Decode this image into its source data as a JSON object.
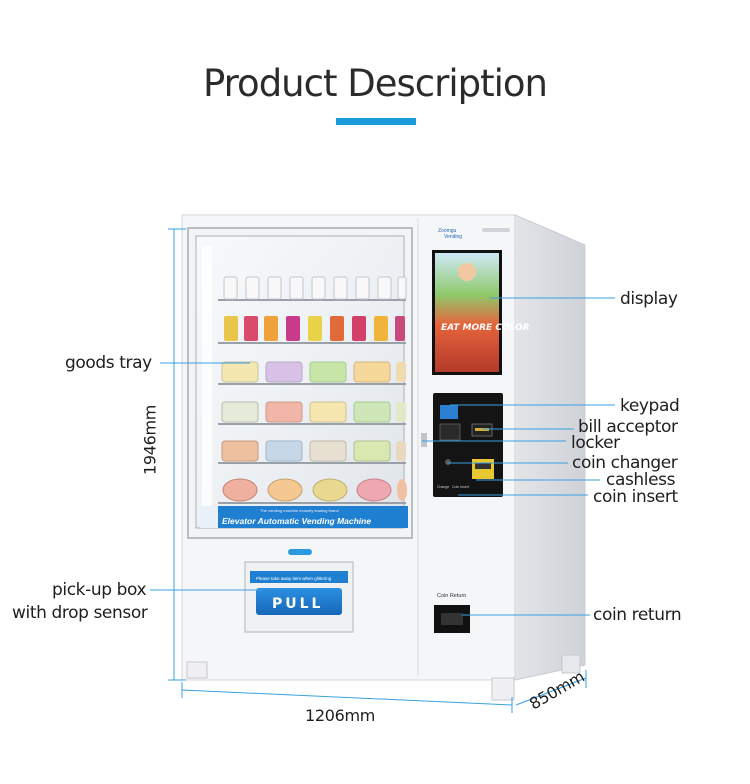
{
  "title": "Product Description",
  "dimensions": {
    "height": "1946mm",
    "width": "1206mm",
    "depth": "850mm"
  },
  "labels": {
    "display": "display",
    "goods_tray": "goods tray",
    "keypad": "keypad",
    "bill_acceptor": "bill acceptor",
    "locker": "locker",
    "coin_changer": "coin changer",
    "cashless": "cashless",
    "coin_insert": "coin insert",
    "pickup_line1": "pick-up box",
    "pickup_line2": "with drop sensor",
    "coin_return": "coin return"
  },
  "machine": {
    "brand_line1": "Zoomgu",
    "brand_line2": "Vending",
    "banner_small": "The vending machine industry leading brand",
    "banner": "Elevator Automatic Vending Machine",
    "screen_text": "EAT MORE COLOR",
    "pickup_note": "Please take away item when glittering",
    "pull": "PULL",
    "coin_return_label": "Coin Return",
    "change_label": "Change",
    "coin_insert_label": "Coin Insert"
  },
  "colors": {
    "accent": "#1a9ad9",
    "leader_line": "#3aa0e0",
    "cabinet": "#f4f5f7",
    "panel_dark": "#111111"
  }
}
